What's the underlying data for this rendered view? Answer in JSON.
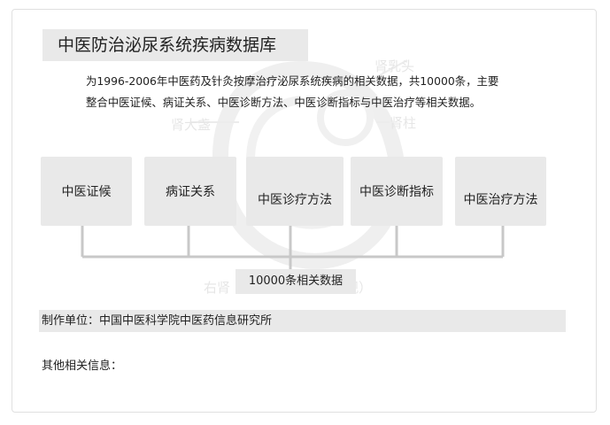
{
  "header": {
    "title": "中医防治泌尿系统疾病数据库"
  },
  "description": {
    "line1": "为1996-2006年中医药及针灸按摩治疗泌尿系统疾病的相关数据，共10000条，主要",
    "line2": "整合中医证候、病证关系、中医诊断方法、中医诊断指标与中医治疗等相关数据。"
  },
  "categories": [
    {
      "label": "中医证候"
    },
    {
      "label": "病证关系"
    },
    {
      "label": "中医诊疗方法"
    },
    {
      "label": "中医诊断指标"
    },
    {
      "label": "中医治疗方法"
    }
  ],
  "total": {
    "label": "10000条相关数据"
  },
  "footer": {
    "maker": "制作单位：中国中医科学院中医药信息研究所",
    "other_info": "其他相关信息："
  },
  "watermark": {
    "labels": [
      "肾乳头",
      "肾大盏",
      "肾柱",
      "右肾",
      "冠状切面（后面观）"
    ]
  },
  "colors": {
    "box_bg": "#e9e9e9",
    "connector": "#c8c8c8",
    "border": "#e0e0e0"
  }
}
